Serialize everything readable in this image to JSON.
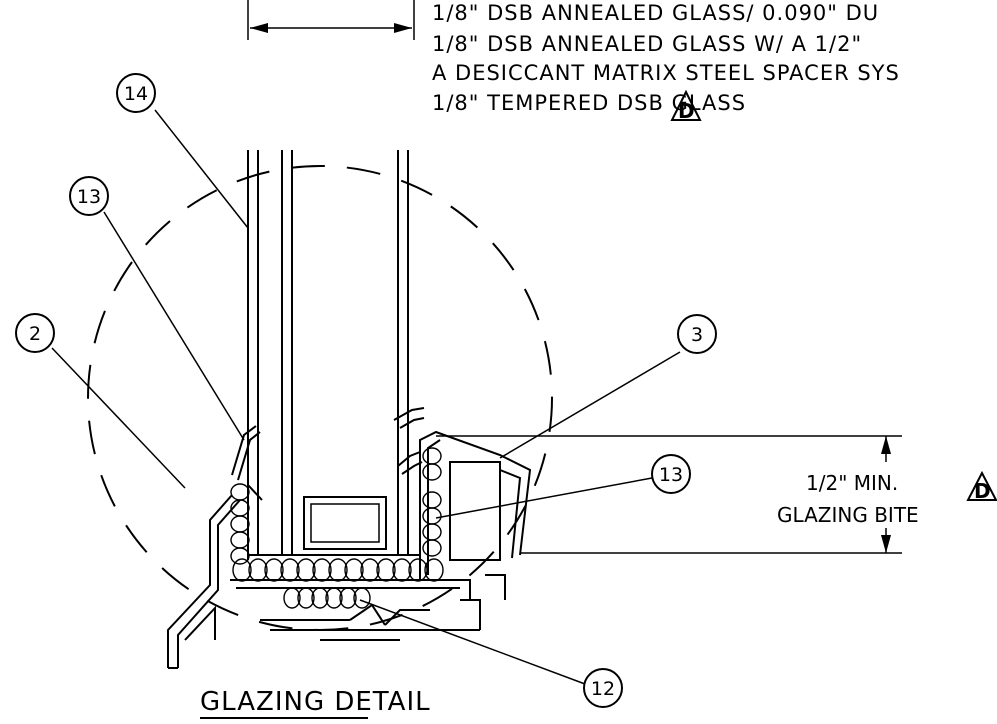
{
  "notes": {
    "line1": "1/8\" DSB ANNEALED GLASS/ 0.090\" DU",
    "line2": "1/8\" DSB ANNEALED GLASS W/ A 1/2\"",
    "line3": "A DESICCANT MATRIX STEEL SPACER SYS",
    "line4": "1/8\" TEMPERED DSB GLASS"
  },
  "revision_marker": "D",
  "callouts": {
    "c14": "14",
    "c13_left": "13",
    "c2": "2",
    "c3": "3",
    "c13_right": "13",
    "c12": "12"
  },
  "dimension": {
    "value": "1/2\" MIN.",
    "label": "GLAZING BITE"
  },
  "title": "GLAZING DETAIL"
}
